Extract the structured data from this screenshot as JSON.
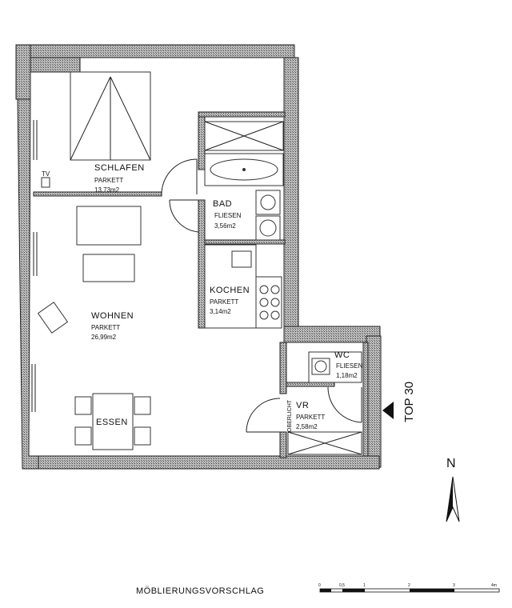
{
  "rooms": {
    "schlafen": {
      "name": "SCHLAFEN",
      "floor": "PARKETT",
      "area": "13,73m2"
    },
    "bad": {
      "name": "BAD",
      "floor": "FLIESEN",
      "area": "3,56m2"
    },
    "kochen": {
      "name": "KOCHEN",
      "floor": "PARKETT",
      "area": "3,14m2"
    },
    "wohnen": {
      "name": "WOHNEN",
      "floor": "PARKETT",
      "area": "26,99m2"
    },
    "essen": {
      "name": "ESSEN"
    },
    "wc": {
      "name": "WC",
      "floor": "FLIESEN",
      "area": "1,18m2"
    },
    "vr": {
      "name": "VR",
      "floor": "PARKETT",
      "area": "2,58m2"
    }
  },
  "labels": {
    "tv": "TV",
    "oberlicht": "OBERLICHT",
    "unit": "TOP 30",
    "north": "N",
    "caption": "MÖBLIERUNGSVORSCHLAG"
  },
  "scale": {
    "ticks": [
      "0",
      "0,5",
      "1",
      "2",
      "3",
      "4m"
    ]
  }
}
